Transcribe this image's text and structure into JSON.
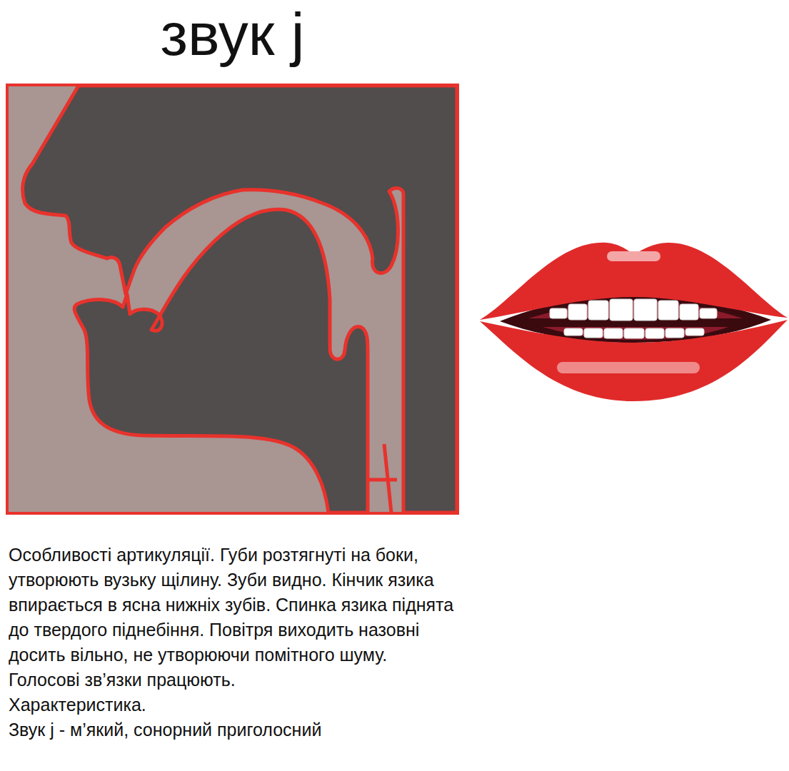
{
  "diagram": {
    "title": "звук j",
    "labels": [
      "Особливості артикуляції. Губи розтягнуті на боки, утворюють вузьку щілину. Зуби видно. Кінчик язика впирається в ясна нижніх зубів. Спинка язика піднята до твердого піднебіння. Повітря виходить назовні досить вільно, не утворюючи помітного шуму. Голосові зв’язки працюють.",
      "Характеристика.",
      "Звук j - м’який, сонорний приголосний"
    ]
  }
}
